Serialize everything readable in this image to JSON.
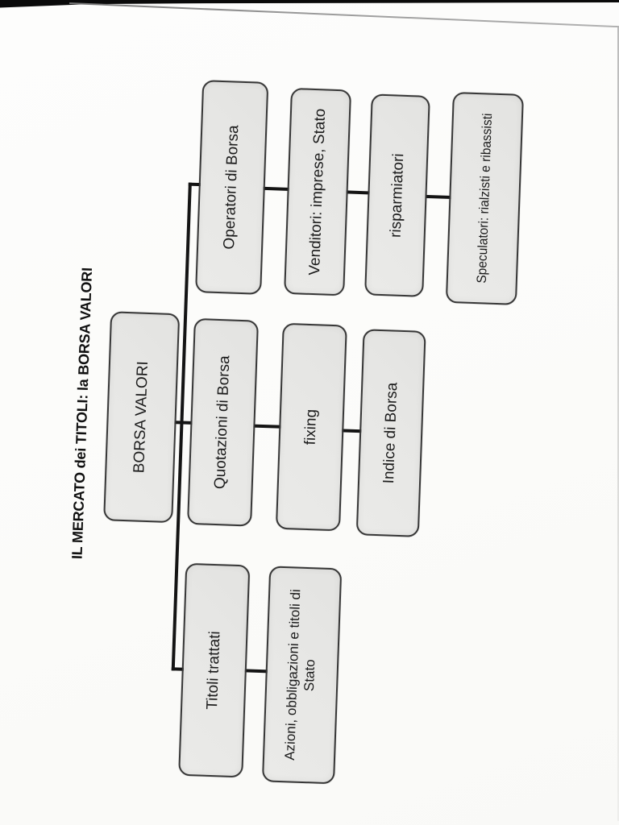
{
  "page": {
    "title": "IL MERCATO dei TITOLI: la BORSA VALORI",
    "kind": "scanned flow-chart, sheet rotated 90° counter-clockwise"
  },
  "diagram": {
    "nodes": {
      "root": "BORSA VALORI",
      "titoli": "Titoli trattati",
      "azioni": "Azioni, obbligazioni e titoli di Stato",
      "quotazioni": "Quotazioni di Borsa",
      "fixing": "fixing",
      "indice": "Indice di Borsa",
      "operatori": "Operatori di Borsa",
      "venditori": "Venditori: imprese, Stato",
      "risparmiatori": "risparmiatori",
      "speculatori": "Speculatori: rialzisti e ribassisti"
    },
    "hierarchy": {
      "BORSA VALORI": {
        "Titoli trattati": [
          "Azioni, obbligazioni e titoli di Stato"
        ],
        "Quotazioni di Borsa": [
          "fixing",
          "Indice di Borsa"
        ],
        "Operatori di Borsa": [
          "Venditori: imprese, Stato",
          "risparmiatori",
          "Speculatori: rialzisti e ribassisti"
        ]
      }
    },
    "colors": {
      "box_fill": "#e8e8e6",
      "box_border": "#373737",
      "connector": "#141414",
      "paper": "#fbfbfa",
      "text": "#1b1b1b",
      "scan_edge": "#0a0a0a"
    }
  }
}
